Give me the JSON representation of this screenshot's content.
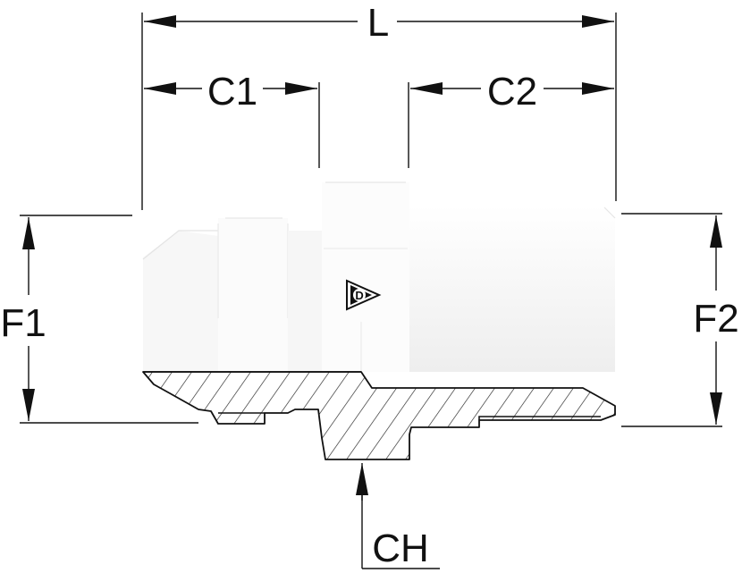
{
  "dimensions": {
    "L": "L",
    "C1": "C1",
    "C2": "C2",
    "F1": "F1",
    "F2": "F2",
    "CH": "CH"
  },
  "logo": {
    "icon": "dunlop-d-arrow-logo"
  }
}
